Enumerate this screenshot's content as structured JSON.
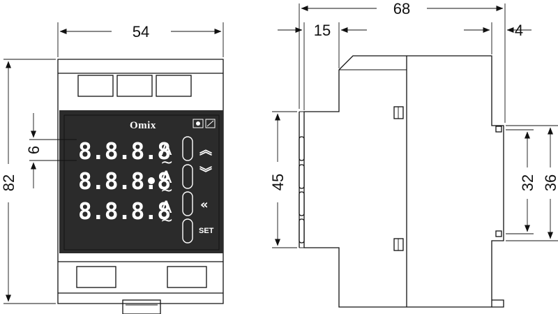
{
  "dimensions": {
    "front_width": "54",
    "front_height": "82",
    "display_digit_height": "6",
    "side_depth": "68",
    "side_front_depth": "15",
    "side_rear_offset": "4",
    "side_front_height": "45",
    "rail_inner": "32",
    "rail_outer": "36"
  },
  "display": {
    "brand": "Omix",
    "rows": [
      {
        "digits": "8.8.8.8",
        "unit": "A",
        "wave": "~"
      },
      {
        "digits": "8.8.8.8",
        "unit": "A",
        "wave": "~"
      },
      {
        "digits": "8.8.8.8",
        "unit": "A",
        "wave": "~"
      }
    ],
    "buttons": [
      {
        "glyph": "︽",
        "icon": "double-chevron-up-icon"
      },
      {
        "glyph": "︾",
        "icon": "double-chevron-down-icon"
      },
      {
        "glyph": "«",
        "icon": "double-chevron-left-icon"
      },
      {
        "glyph": "SET",
        "icon": "set-label"
      }
    ]
  },
  "colors": {
    "panel": "#2b2b2b",
    "line": "#111111",
    "glyph": "#ffffff"
  }
}
